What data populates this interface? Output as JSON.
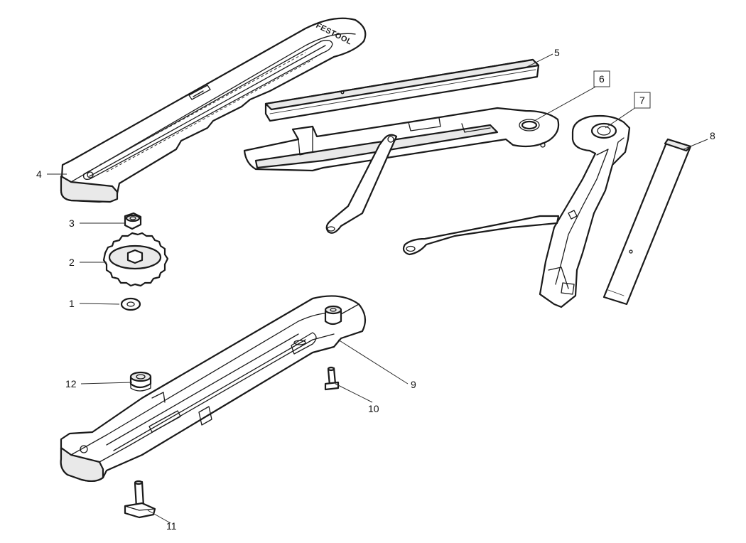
{
  "brand_text": "FESTOOL",
  "callouts": [
    {
      "id": "1",
      "label": "1",
      "boxed": false
    },
    {
      "id": "2",
      "label": "2",
      "boxed": false
    },
    {
      "id": "3",
      "label": "3",
      "boxed": false
    },
    {
      "id": "4",
      "label": "4",
      "boxed": false
    },
    {
      "id": "5",
      "label": "5",
      "boxed": false
    },
    {
      "id": "6",
      "label": "6",
      "boxed": true
    },
    {
      "id": "7",
      "label": "7",
      "boxed": true
    },
    {
      "id": "8",
      "label": "8",
      "boxed": false
    },
    {
      "id": "9",
      "label": "9",
      "boxed": false
    },
    {
      "id": "10",
      "label": "10",
      "boxed": false
    },
    {
      "id": "11",
      "label": "11",
      "boxed": false
    },
    {
      "id": "12",
      "label": "12",
      "boxed": false
    }
  ]
}
